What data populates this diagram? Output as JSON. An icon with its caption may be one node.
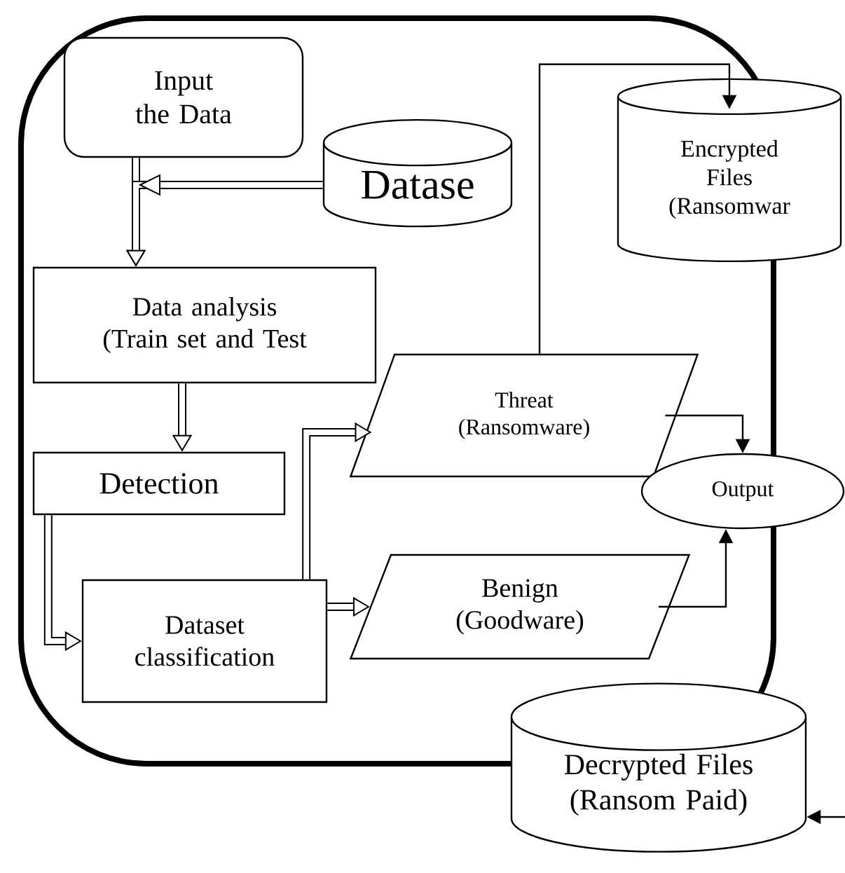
{
  "diagram": {
    "nodes": [
      {
        "text": [],
        "shape": "box"
      },
      {
        "text": [
          "Input the Data"
        ],
        "in": 0
      },
      {
        "text": [
          "Datase"
        ],
        "in": 0
      },
      {
        "text": [
          "Data analysis (Train set and Test"
        ],
        "in": 0
      },
      {
        "text": [
          "Detection"
        ],
        "in": 0
      },
      {
        "text": [
          "Dataset classification"
        ],
        "in": 0
      },
      {
        "text": [
          "Threat (Ransomware)"
        ],
        "in": 0
      },
      {
        "text": [
          "Benign (Goodware)"
        ],
        "in": 0
      },
      {
        "text": [
          "Encrypted Files (Ransomwar"
        ]
      },
      {
        "text": [
          "Output"
        ]
      },
      {
        "text": [
          "Decrypted Files (Ransom Paid)"
        ]
      }
    ],
    "edges": [
      {
        "from": 1,
        "to": 3,
        "arrow": "to"
      },
      {
        "from": 2,
        "to": 3,
        "arrow": "to"
      },
      {
        "from": 3,
        "to": 4,
        "arrow": "to"
      },
      {
        "from": 4,
        "to": 5,
        "arrow": "to"
      },
      {
        "from": 5,
        "to": 6,
        "arrow": "to"
      },
      {
        "from": 5,
        "to": 7,
        "arrow": "to"
      },
      {
        "from": 6,
        "to": 8,
        "arrow": "to"
      },
      {
        "from": 6,
        "to": 9,
        "arrow": "to"
      },
      {
        "from": 7,
        "to": 9,
        "arrow": "to"
      },
      {
        "from": null,
        "to": 10,
        "arrow": "to"
      }
    ]
  }
}
